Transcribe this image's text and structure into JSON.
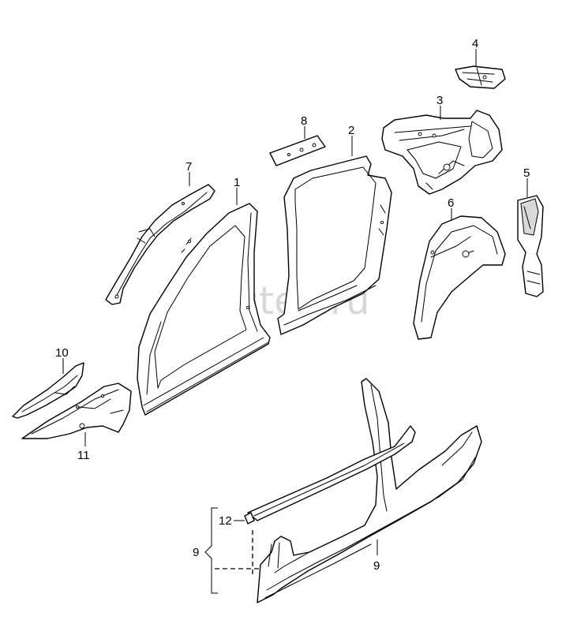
{
  "diagram": {
    "watermark": "vagtec.ru",
    "callouts": {
      "c1": "1",
      "c2": "2",
      "c3": "3",
      "c4": "4",
      "c5": "5",
      "c6": "6",
      "c7": "7",
      "c8": "8",
      "c9_left": "9",
      "c9_bottom": "9",
      "c10": "10",
      "c11": "11",
      "c12": "12"
    }
  }
}
